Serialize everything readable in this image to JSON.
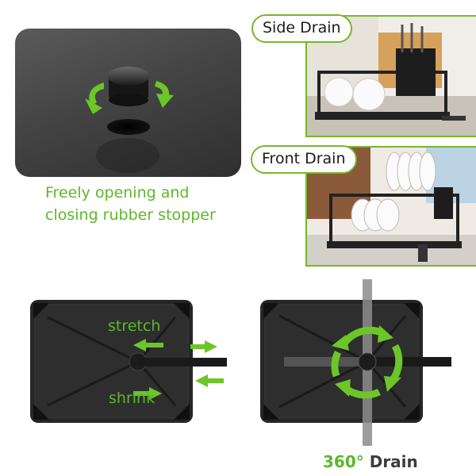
{
  "stopper": {
    "caption_line1": "Freely opening and",
    "caption_line2": "closing rubber stopper"
  },
  "side_drain": {
    "label": "Side Drain"
  },
  "front_drain": {
    "label": "Front Drain"
  },
  "tray_left": {
    "stretch_label": "stretch",
    "shrink_label": "shrink"
  },
  "tray_right": {
    "drain_number": "360°",
    "drain_word": "Drain"
  },
  "colors": {
    "accent_green": "#5cb82a",
    "outline_green": "#76b82a",
    "tray_black": "#262626"
  }
}
